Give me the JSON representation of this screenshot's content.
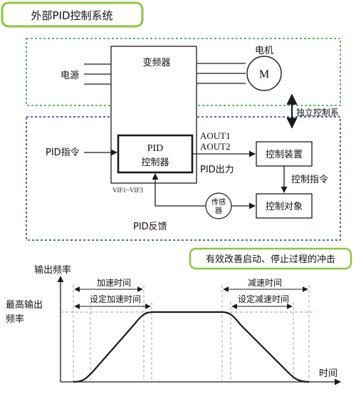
{
  "header": {
    "title": "外部PID控制系统"
  },
  "system": {
    "inverter": "变频器",
    "power": "电源",
    "motor_label": "电机",
    "motor_symbol": "M",
    "independent": "独立控制系",
    "pid_ctrl_line1": "PID",
    "pid_ctrl_line2": "控制器",
    "pid_cmd": "PID指令",
    "aout1": "AOUT1",
    "aout2": "AOUT2",
    "pid_output": "PID出力",
    "vif": "VIF1~VIF3",
    "control_device": "控制装置",
    "control_cmd": "控制指令",
    "sensor_line1": "传感",
    "sensor_line2": "器",
    "control_object": "控制对象",
    "pid_feedback": "PID反馈"
  },
  "callout": {
    "text": "有效改善启动、停止过程的冲击"
  },
  "curve": {
    "y_axis_label": "输出频率",
    "x_axis_label": "时间",
    "max_line1": "最高输出",
    "max_line2": "频率",
    "accel_time": "加速时间",
    "set_accel_time": "设定加速时间",
    "decel_time": "减速时间",
    "set_decel_time": "设定减速时间"
  },
  "colors": {
    "title_border": "#8cc63f",
    "outer_dashed": "#4caf50",
    "inner_dashed": "#3f51b5",
    "line": "#1a1a1a",
    "grid": "#9e9e9e"
  }
}
